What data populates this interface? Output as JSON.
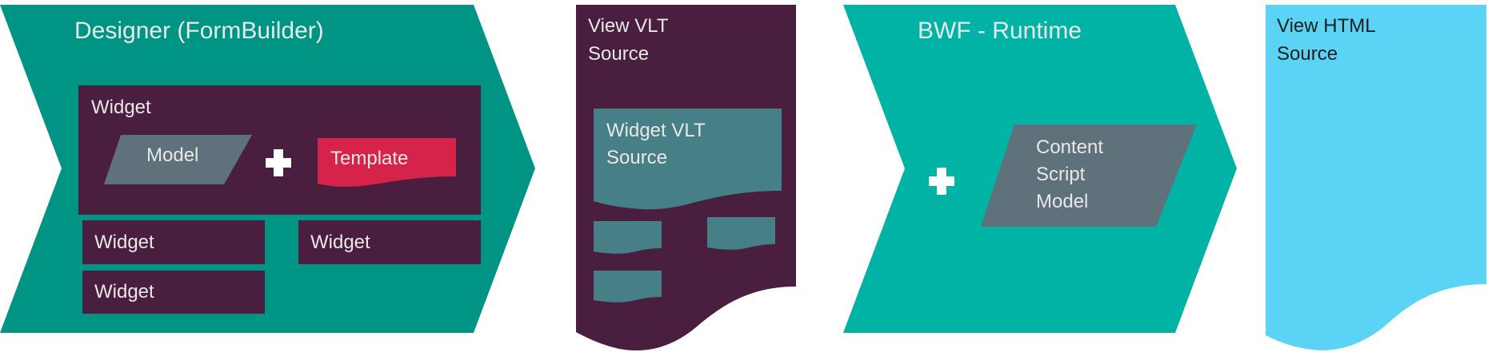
{
  "designer": {
    "title": "Designer (FormBuilder)",
    "widget_main": "Widget",
    "model": "Model",
    "template": "Template",
    "widget_2": "Widget",
    "widget_3": "Widget",
    "widget_4": "Widget"
  },
  "vlt_source": {
    "title_line1": "View VLT",
    "title_line2": "Source",
    "widget_source_line1": "Widget VLT",
    "widget_source_line2": "Source"
  },
  "runtime": {
    "title": "BWF - Runtime",
    "content_line1": "Content",
    "content_line2": "Script",
    "content_line3": "Model"
  },
  "html_source": {
    "title_line1": "View HTML",
    "title_line2": "Source"
  },
  "colors": {
    "designer_teal": "#009484",
    "purple": "#4a1e3f",
    "model_grey": "#5f717a",
    "template_red": "#d6234a",
    "vlt_doc": "#467f86",
    "runtime_teal": "#00b3a4",
    "html_blue": "#5bd3f4"
  }
}
